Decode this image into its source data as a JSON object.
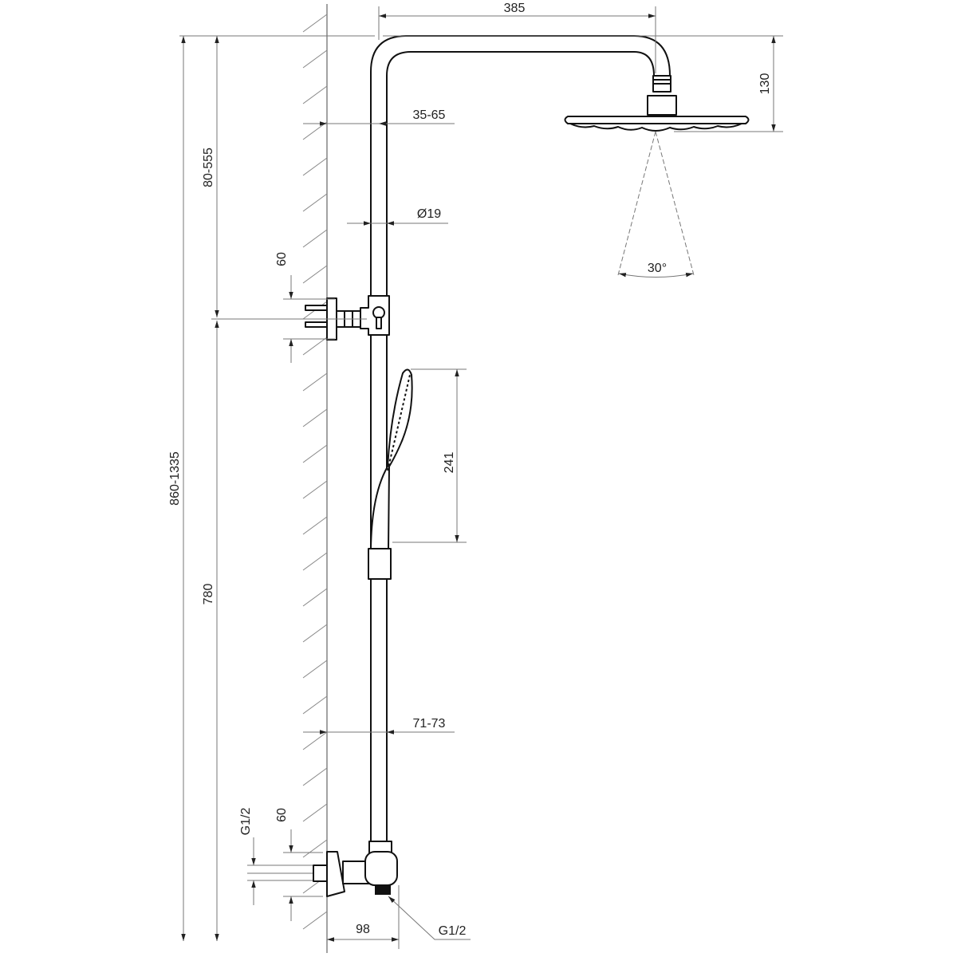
{
  "drawing": {
    "title": "Shower column dimension drawing",
    "dimensions": {
      "arm_length": "385",
      "head_height": "130",
      "wall_distance_top": "35-65",
      "pipe_diameter": "Ø19",
      "spray_angle": "30°",
      "bracket_spacing_top": "60",
      "adjustable_upper": "80-555",
      "total_height": "860-1335",
      "hand_shower_length": "241",
      "lower_height": "780",
      "wall_distance_bottom": "71-73",
      "inlet_thread": "G1/2",
      "inlet_spacing": "60",
      "valve_depth": "98",
      "outlet_thread": "G1/2"
    }
  }
}
